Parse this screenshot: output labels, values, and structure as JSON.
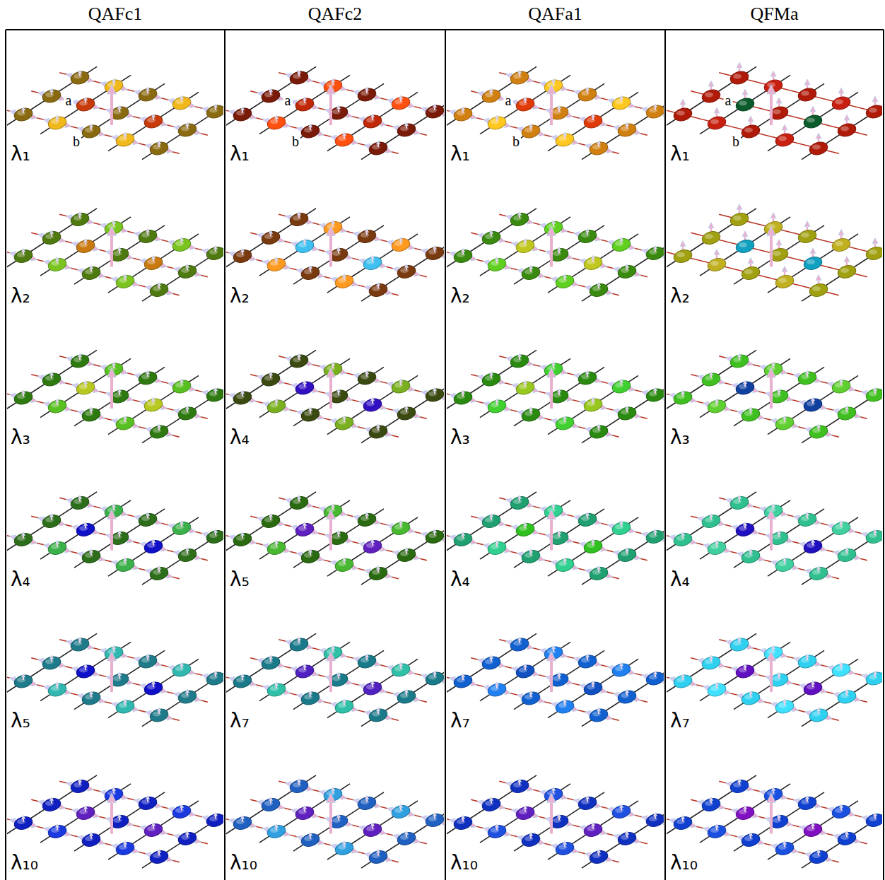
{
  "diagram": {
    "labels": [
      "QAFc1",
      "QAFc2",
      "QAFa1",
      "QFMa",
      "λ₁",
      "a",
      "b",
      "λ₁",
      "a",
      "b",
      "λ₁",
      "a",
      "b",
      "λ₁",
      "a",
      "b",
      "λ₂",
      "λ₂",
      "λ₂",
      "λ₂",
      "λ₃",
      "λ₄",
      "λ₃",
      "λ₃",
      "λ₄",
      "λ₅",
      "λ₄",
      "λ₄",
      "λ₅",
      "λ₇",
      "λ₇",
      "λ₇",
      "λ₁₀",
      "λ₁₀",
      "λ₁₀",
      "λ₁₀"
    ]
  }
}
